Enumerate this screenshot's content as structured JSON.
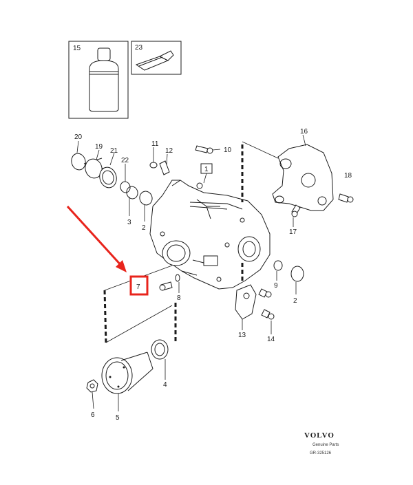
{
  "diagram": {
    "callouts": [
      "15",
      "23",
      "20",
      "19",
      "21",
      "22",
      "3",
      "2",
      "11",
      "12",
      "1",
      "10",
      "16",
      "18",
      "17",
      "9",
      "2",
      "8",
      "7",
      "13",
      "14",
      "4",
      "6",
      "5"
    ],
    "highlight_callout": "7",
    "highlight_color": "#e8241c",
    "brand": {
      "logo": "VOLVO",
      "sub": "Genuine Parts",
      "code": "GR-325126"
    }
  }
}
